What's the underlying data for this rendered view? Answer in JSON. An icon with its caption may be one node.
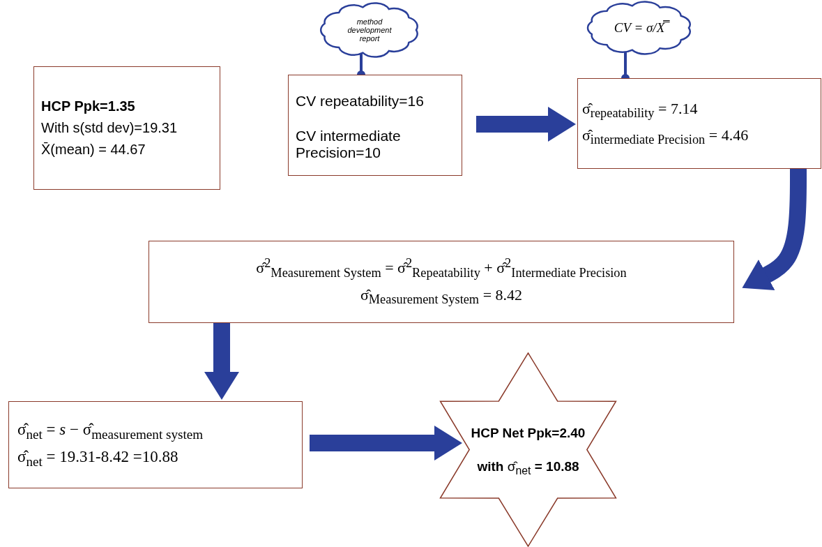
{
  "diagram": {
    "nodes": [
      {
        "text": [
          "HCP  Ppk=1.35",
          "With s(std dev)=19.31",
          "X̄(mean) = 44.67"
        ]
      },
      {
        "text": [
          "method development report"
        ]
      },
      {
        "text": [
          "CV repeatability=16",
          "CV intermediate Precision=10"
        ]
      },
      {
        "text": [
          "CV = σ/X̿"
        ]
      },
      {
        "text": [
          "σ̂$_{repeatability}$  = 7.14",
          "σ̂$_{intermediate Precision}$ = 4.46"
        ]
      },
      {
        "text": [
          "σ̂$^{2}$$_{Measurement System}$ = σ̂$^{2}$$_{Repeatability}$ + σ̂$^{2}$$_{Intermediate Precision}$",
          "σ̂$_{Measurement System}$ = 8.42"
        ]
      },
      {
        "text": [
          "σ̂$_{net}$ = *s* − σ̂$_{measurement system}$",
          "σ̂$_{net}$ = 19.31-8.42 =10.88"
        ]
      },
      {
        "text": [
          "HCP Net Ppk=2.40",
          "**with** σ̂$_{net}$ **= 10.88**"
        ]
      }
    ],
    "edges": [
      {
        "from": 1,
        "to": 2,
        "arrow": "other"
      },
      {
        "from": 3,
        "to": 4,
        "arrow": "other"
      },
      {
        "from": 2,
        "to": 4,
        "arrow": "to"
      },
      {
        "from": 4,
        "to": 5,
        "arrow": "to"
      },
      {
        "from": 5,
        "to": 6,
        "arrow": "to"
      },
      {
        "from": 6,
        "to": 7,
        "arrow": "to"
      }
    ]
  }
}
